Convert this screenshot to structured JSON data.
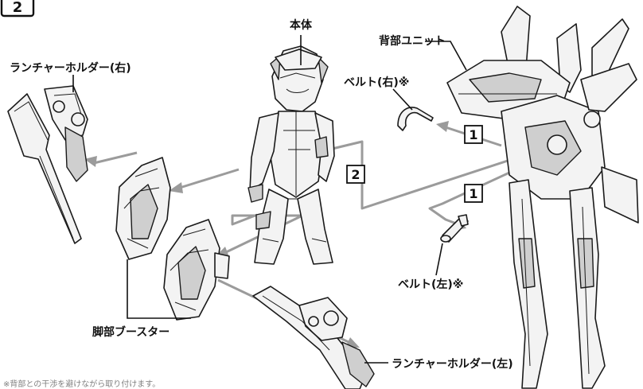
{
  "step_number": "2",
  "labels": {
    "body": "本体",
    "back_unit": "背部ユニット",
    "belt_right": "ベルト(右)※",
    "belt_left": "ベルト(左)※",
    "launcher_holder_right": "ランチャーホルダー(右)",
    "launcher_holder_left": "ランチャーホルダー(左)",
    "leg_booster": "脚部ブースター"
  },
  "sub_steps": {
    "belt_right_step": "1",
    "belt_left_step": "1",
    "back_unit_step": "2"
  },
  "footnote": "※背部との干渉を避けながら取り付けます。",
  "colors": {
    "arrow": "#9b9b9b",
    "ink": "#111111",
    "part_fill": "#f3f3f3",
    "part_shade": "#cfcfcf"
  }
}
